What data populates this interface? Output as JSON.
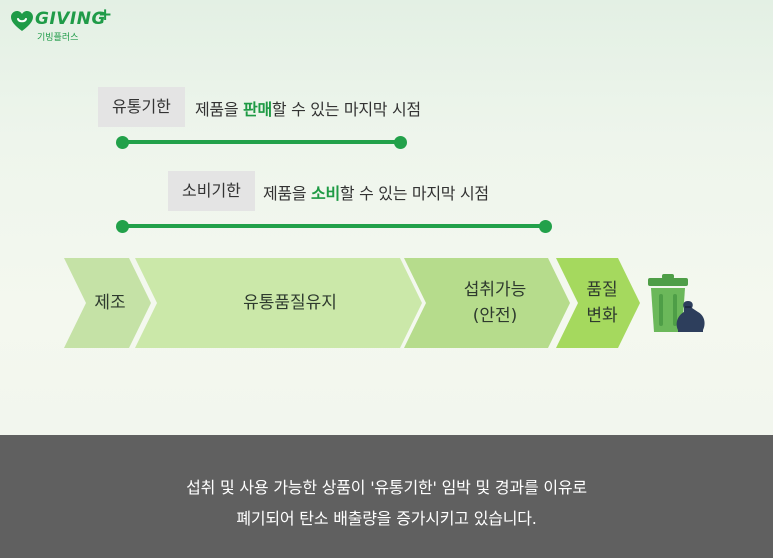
{
  "logo": {
    "wordmark": "GIVING",
    "plus": "+",
    "subtitle": "기빙플러스"
  },
  "definitions": [
    {
      "term": "유통기한",
      "desc_before": "제품을 ",
      "desc_emphasis": "판매",
      "desc_after": "할 수 있는 마지막 시점"
    },
    {
      "term": "소비기한",
      "desc_before": "제품을 ",
      "desc_emphasis": "소비",
      "desc_after": "할 수 있는 마지막 시점"
    }
  ],
  "stages": [
    {
      "line1": "제조",
      "line2": "",
      "color": "#c5e2a6"
    },
    {
      "line1": "유통품질유지",
      "line2": "",
      "color": "#cbe8a9"
    },
    {
      "line1": "섭취가능",
      "line2": "(안전)",
      "color": "#b6dc8c"
    },
    {
      "line1": "품질",
      "line2": "변화",
      "color": "#a5d95e"
    }
  ],
  "trash_icon": "trash-bin-icon",
  "colors": {
    "accent": "#22a14a",
    "caption_bg": "#606060"
  },
  "caption": {
    "line1": "섭취 및 사용 가능한 상품이 '유통기한' 임박 및 경과를 이유로",
    "line2": "폐기되어 탄소 배출량을 증가시키고 있습니다."
  }
}
